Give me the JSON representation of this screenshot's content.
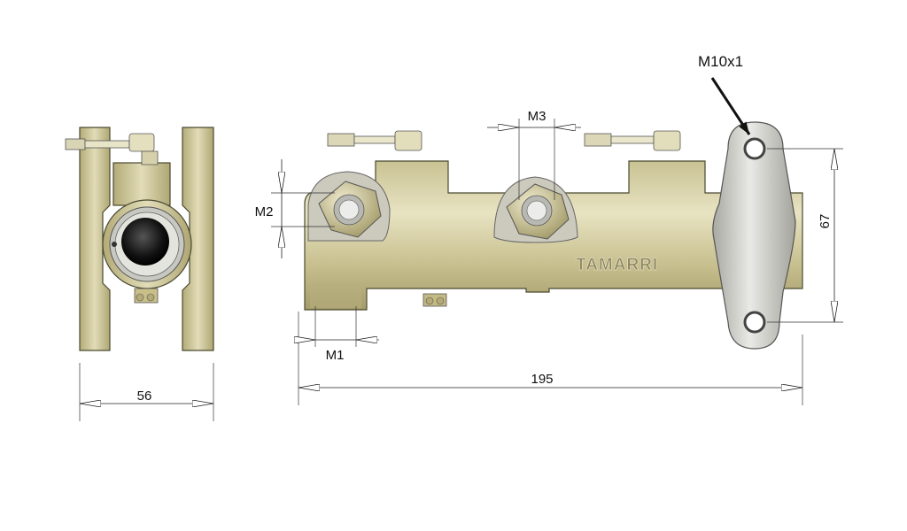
{
  "drawing": {
    "brand": "TAMARRI",
    "thread_callout": "M10x1",
    "dimensions": {
      "side_width": "56",
      "overall_length": "195",
      "flange_height": "67",
      "m1": "M1",
      "m2": "M2",
      "m3": "M3"
    }
  },
  "colors": {
    "body": "#d9d3a6",
    "body_shadow": "#a9a172",
    "flange": "#c9c9c4",
    "steel": "#b8b8b8",
    "dim_line": "#222222"
  }
}
